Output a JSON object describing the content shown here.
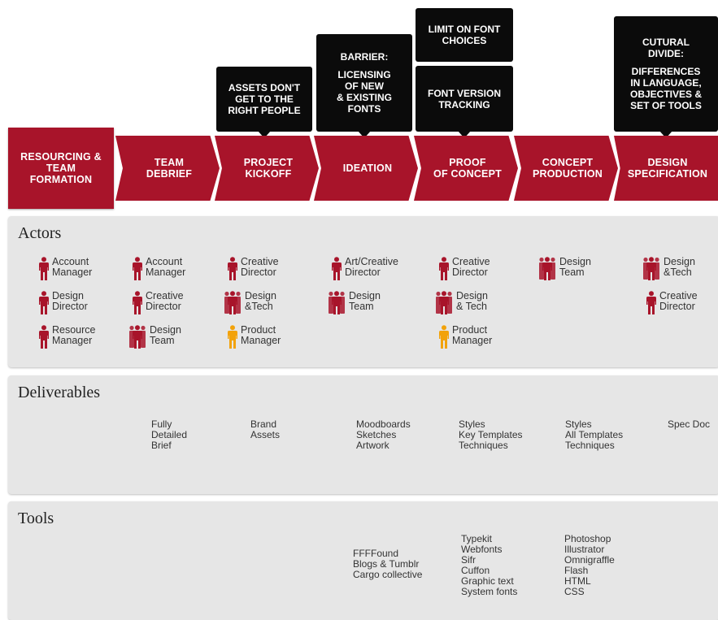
{
  "colors": {
    "stage_red": "#a8142a",
    "callout_black": "#0b0b0b",
    "actor_red": "#a8142a",
    "actor_yellow": "#f2a20a",
    "panel_bg": "#e6e6e6"
  },
  "stages": [
    "RESOURCING &\nTEAM\nFORMATION",
    "TEAM\nDEBRIEF",
    "PROJECT\nKICKOFF",
    "IDEATION",
    "PROOF\nOF CONCEPT",
    "CONCEPT\nPRODUCTION",
    "DESIGN\nSPECIFICATION"
  ],
  "callouts": {
    "assets": "ASSETS DON'T\nGET TO THE\nRIGHT PEOPLE",
    "barrier_head": "BARRIER:",
    "barrier_body": "LICENSING\nOF NEW\n& EXISTING\nFONTS",
    "limit": "LIMIT ON FONT\nCHOICES",
    "version": "FONT VERSION\nTRACKING",
    "divide_head": "CUTURAL\nDIVIDE:",
    "divide_body": "DIFFERENCES\nIN LANGUAGE,\nOBJECTIVES &\nSET OF TOOLS"
  },
  "actors_title": "Actors",
  "actors": [
    [
      {
        "name": "Account\nManager",
        "icon": "person-icon",
        "color": "red"
      },
      {
        "name": "Design\nDirector",
        "icon": "person-icon",
        "color": "red"
      },
      {
        "name": "Resource\nManager",
        "icon": "person-icon",
        "color": "red"
      }
    ],
    [
      {
        "name": "Account\nManager",
        "icon": "person-icon",
        "color": "red"
      },
      {
        "name": "Creative\nDirector",
        "icon": "person-icon",
        "color": "red"
      },
      {
        "name": "Design\nTeam",
        "icon": "group-icon",
        "color": "red"
      }
    ],
    [
      {
        "name": "Creative\nDirector",
        "icon": "person-icon",
        "color": "red"
      },
      {
        "name": "Design\n&Tech",
        "icon": "group-icon",
        "color": "red"
      },
      {
        "name": "Product\nManager",
        "icon": "person-icon",
        "color": "yellow"
      }
    ],
    [
      {
        "name": "Art/Creative\nDirector",
        "icon": "person-icon",
        "color": "red"
      },
      {
        "name": "Design\nTeam",
        "icon": "group-icon",
        "color": "red"
      }
    ],
    [
      {
        "name": "Creative\nDirector",
        "icon": "person-icon",
        "color": "red"
      },
      {
        "name": "Design\n& Tech",
        "icon": "group-icon",
        "color": "red"
      },
      {
        "name": "Product\nManager",
        "icon": "person-icon",
        "color": "yellow"
      }
    ],
    [
      {
        "name": "Design\nTeam",
        "icon": "group-icon",
        "color": "red"
      }
    ],
    [
      {
        "name": "Design\n&Tech",
        "icon": "group-icon",
        "color": "red"
      },
      {
        "name": "Creative\nDirector",
        "icon": "person-icon",
        "color": "red"
      }
    ]
  ],
  "deliverables_title": "Deliverables",
  "deliverables": [
    "",
    "Fully\nDetailed\nBrief",
    "Brand\nAssets",
    "Moodboards\nSketches\nArtwork",
    "Styles\nKey Templates\nTechniques",
    "Styles\nAll Templates\nTechniques",
    "Spec Doc"
  ],
  "tools_title": "Tools",
  "tools": [
    "",
    "",
    "",
    "FFFFound\nBlogs & Tumblr\nCargo collective",
    "Typekit\nWebfonts\nSifr\nCuffon\nGraphic text\nSystem fonts",
    "Photoshop\nIllustrator\nOmnigraffle\nFlash\nHTML\nCSS",
    ""
  ]
}
